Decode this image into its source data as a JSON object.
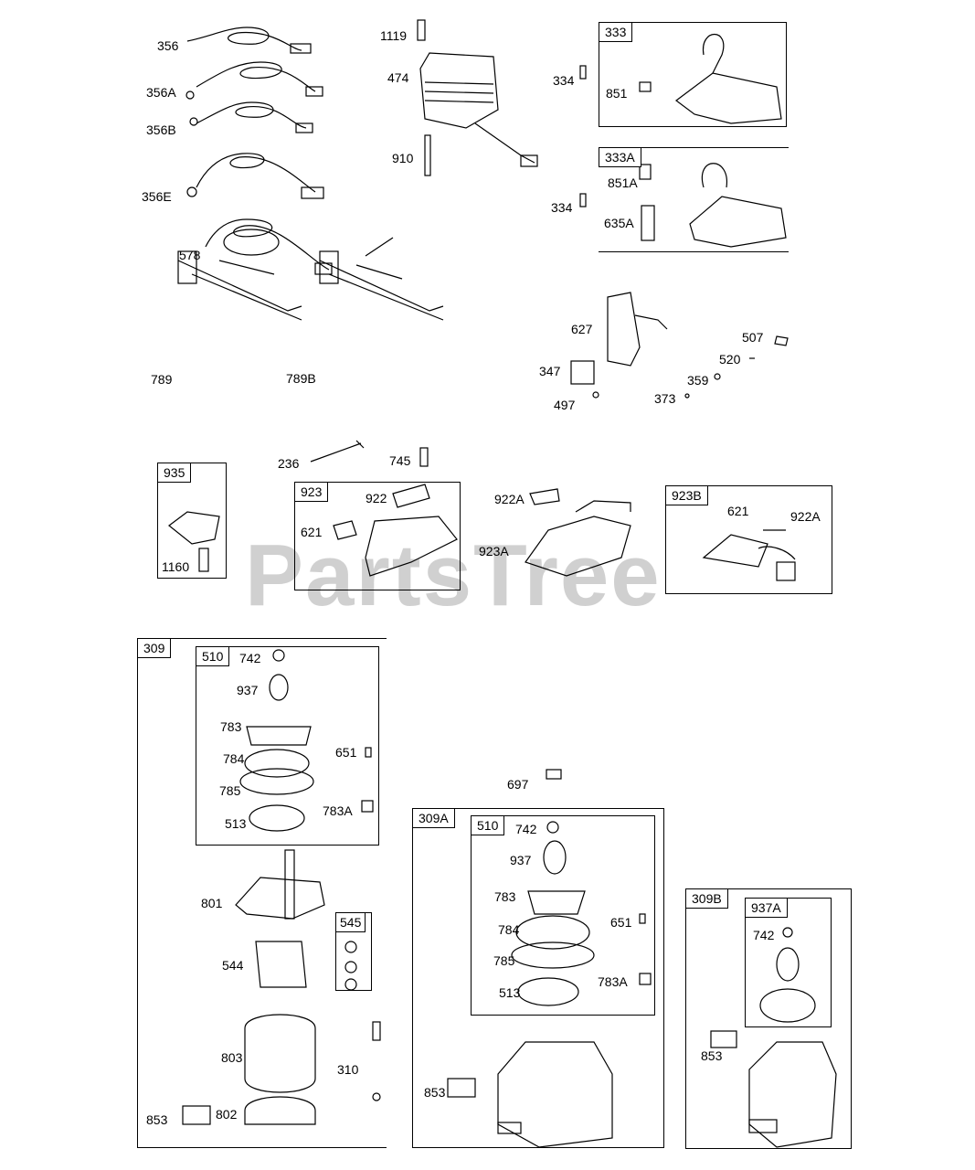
{
  "watermark": "PartsTree",
  "labels": [
    "356",
    "356A",
    "356B",
    "356E",
    "578",
    "1119",
    "474",
    "910",
    "334",
    "851",
    "334",
    "851A",
    "635A",
    "789",
    "789B",
    "627",
    "347",
    "497",
    "507",
    "520",
    "359",
    "373",
    "236",
    "745",
    "922",
    "621",
    "922A",
    "923A",
    "621",
    "922A",
    "1160",
    "742",
    "937",
    "783",
    "784",
    "785",
    "513",
    "651",
    "783A",
    "801",
    "544",
    "803",
    "310",
    "853",
    "802",
    "697",
    "742",
    "937",
    "783",
    "651",
    "784",
    "785",
    "513",
    "783A",
    "853",
    "742",
    "853"
  ],
  "boxes": {
    "b333": "333",
    "b333A": "333A",
    "b935": "935",
    "b923": "923",
    "b923B": "923B",
    "b309": "309",
    "b510a": "510",
    "b545": "545",
    "b309A": "309A",
    "b510b": "510",
    "b309B": "309B",
    "b937A": "937A"
  }
}
